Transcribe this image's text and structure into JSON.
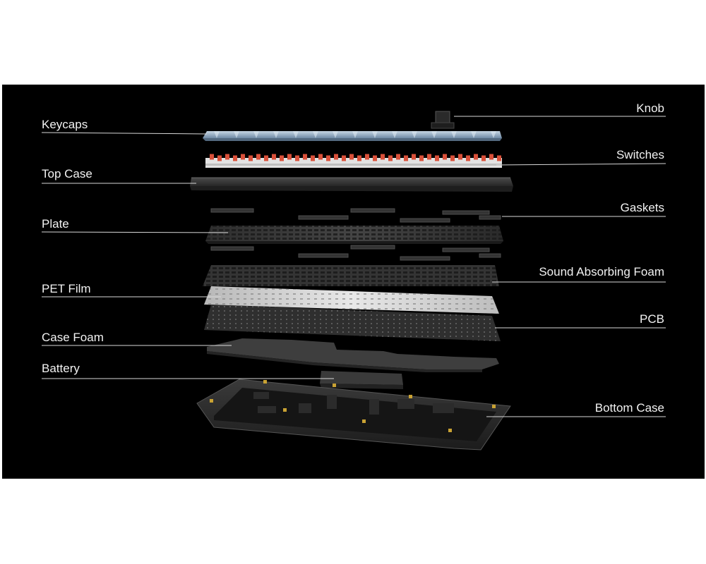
{
  "colors": {
    "background": "#000000",
    "label": "#f2f2f2",
    "leader_line": "#d8d8d8",
    "keycap": "#9db3c9",
    "switch_stem": "#d9503a",
    "switch_housing": "#e6e6e6",
    "case": "#3c3c3c",
    "pet_film": "#d9d9d9",
    "brass_insert": "#c9a233"
  },
  "labels": {
    "keycaps": "Keycaps",
    "top_case": "Top Case",
    "plate": "Plate",
    "pet_film": "PET Film",
    "case_foam": "Case Foam",
    "battery": "Battery",
    "knob": "Knob",
    "switches": "Switches",
    "gaskets": "Gaskets",
    "sound_absorbing_foam": "Sound Absorbing Foam",
    "pcb": "PCB",
    "bottom_case": "Bottom Case"
  }
}
